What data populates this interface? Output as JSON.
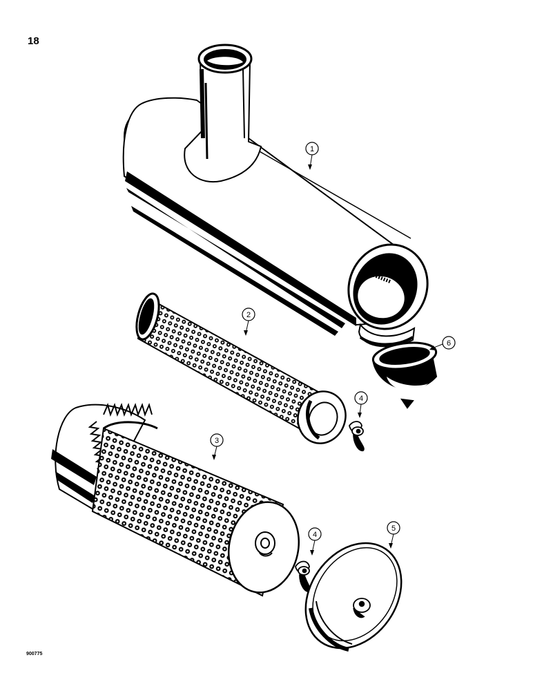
{
  "page": {
    "page_number": "18",
    "figure_code": "900775"
  },
  "parts": [
    {
      "callout": "1",
      "part": "air-cleaner-housing"
    },
    {
      "callout": "2",
      "part": "inner-filter-element"
    },
    {
      "callout": "3",
      "part": "outer-filter-element"
    },
    {
      "callout": "4",
      "part": "wing-nut"
    },
    {
      "callout": "5",
      "part": "end-cover"
    },
    {
      "callout": "6",
      "part": "dust-valve"
    }
  ],
  "callouts": {
    "c1": "1",
    "c2": "2",
    "c3": "3",
    "c4a": "4",
    "c4b": "4",
    "c5": "5",
    "c6": "6"
  },
  "colors": {
    "ink": "#000000",
    "paper": "#ffffff"
  }
}
